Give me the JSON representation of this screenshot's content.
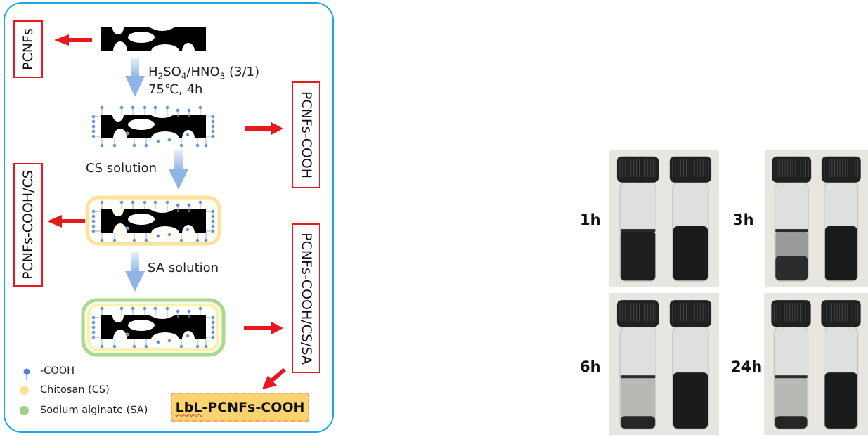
{
  "scheme": {
    "labels": {
      "pcnfs": "PCNFs",
      "pcnfs_cooh": "PCNFs-COOH",
      "pcnfs_cooh_cs": "PCNFs-COOH/CS",
      "pcnfs_cooh_cs_sa": "PCNFs-COOH/CS/SA"
    },
    "steps": {
      "acid_treatment_line1_parts": [
        "H",
        "2",
        "SO",
        "4",
        "/HNO",
        "3",
        " (3/1)"
      ],
      "acid_treatment_line2": "75℃, 4h",
      "cs_step": "CS solution",
      "sa_step": "SA solution"
    },
    "legend": [
      {
        "label": "-COOH",
        "icon": "carboxyl-pin-icon",
        "color": "#4a86c8"
      },
      {
        "label": "Chitosan (CS)",
        "icon": "dot-icon",
        "color": "#fde29a"
      },
      {
        "label": "Sodium alginate (SA)",
        "icon": "dot-icon",
        "color": "#9fd18a"
      }
    ],
    "final_product": {
      "prefix": "LbL",
      "suffix": "-PCNFs-COOH"
    },
    "colors": {
      "frame": "#1aa7e4",
      "arrow": "#e8191e",
      "cooh": "#4a86c8",
      "cs_layer": "#fde29a",
      "sa_layer": "#a8d98f",
      "final_fill": "#fdd36f"
    }
  },
  "photos": {
    "panels": [
      {
        "time": "1h",
        "left_vial_sediment": "partial"
      },
      {
        "time": "3h",
        "left_vial_sediment": "settling"
      },
      {
        "time": "6h",
        "left_vial_sediment": "settled"
      },
      {
        "time": "24h",
        "left_vial_sediment": "settled"
      }
    ]
  }
}
